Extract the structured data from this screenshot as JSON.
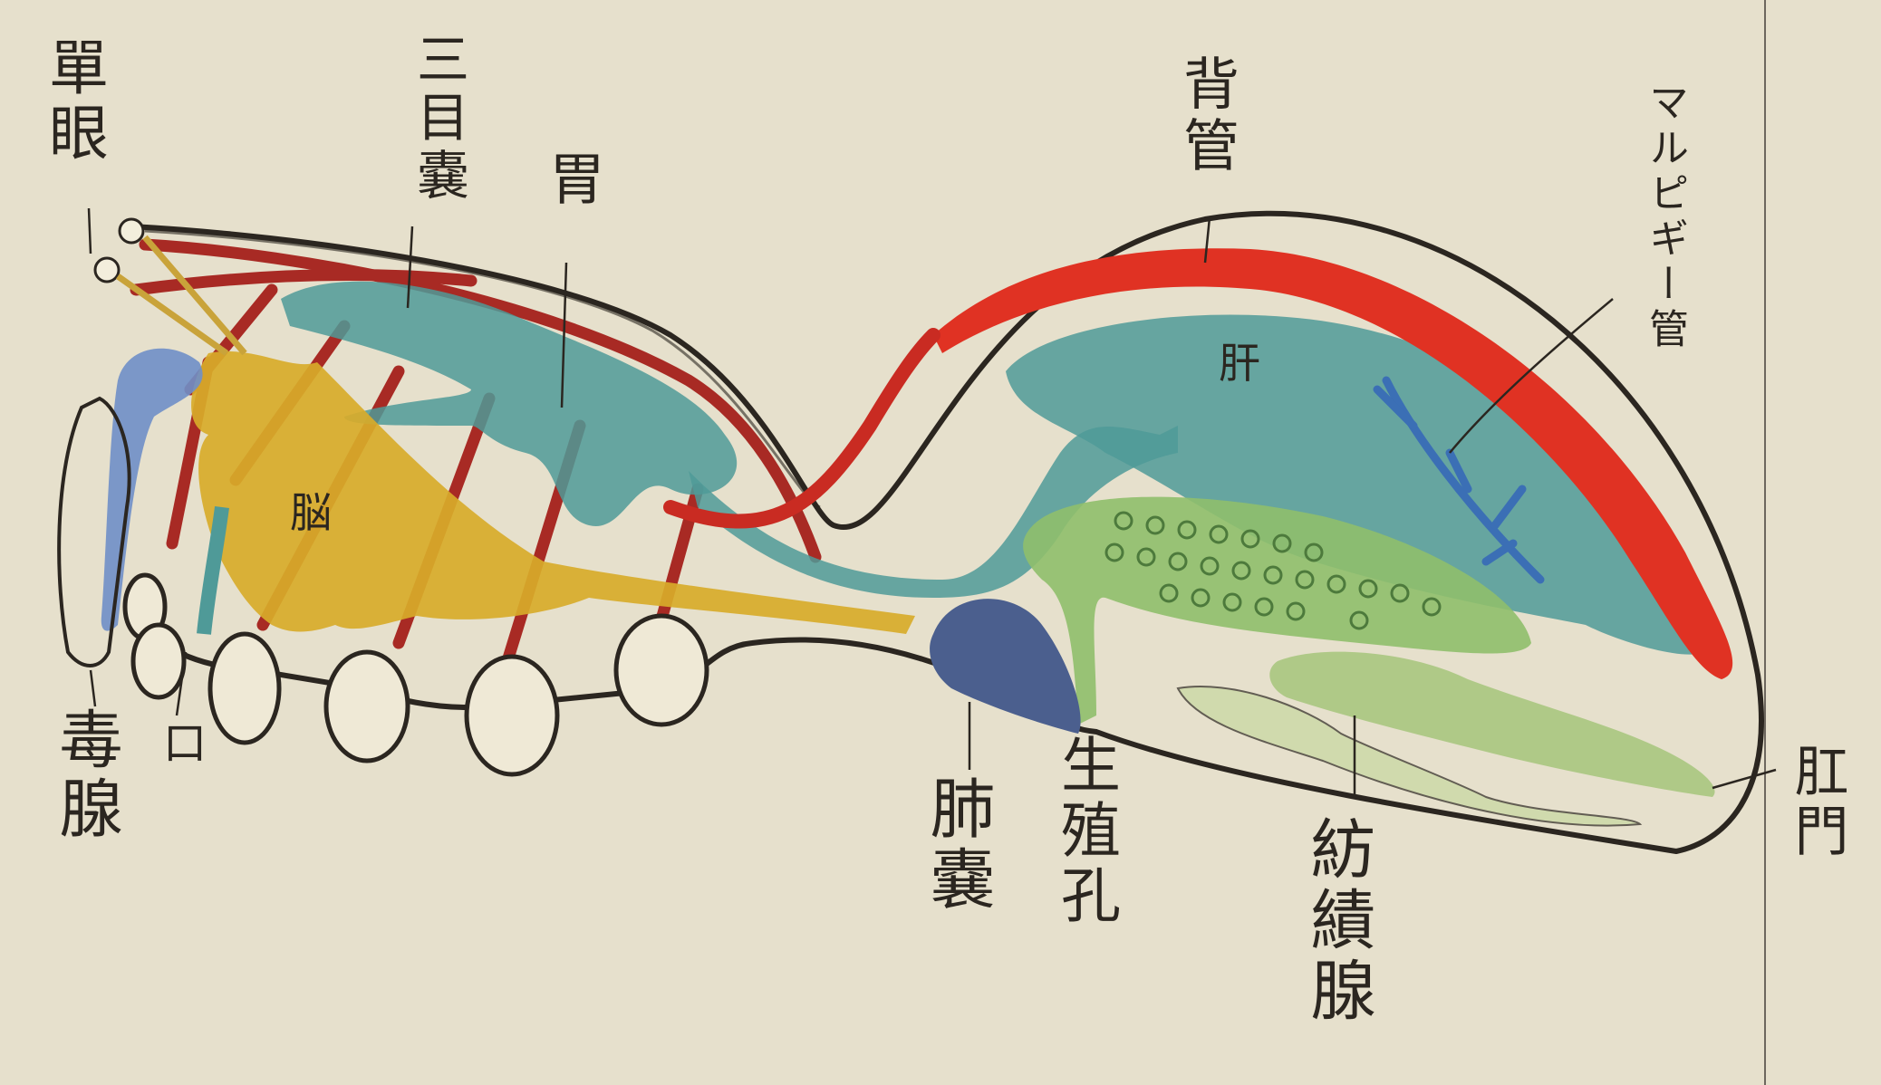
{
  "labels": {
    "simple_eye": "單眼",
    "stomach_sac": "三目嚢",
    "stomach": "胃",
    "dorsal_vessel": "背管",
    "malpighian_tube": "マルピギー管",
    "brain": "脳",
    "liver": "肝",
    "venom_gland": "毒腺",
    "mouth": "口",
    "lung_sac": "肺嚢",
    "genital_pore": "生殖孔",
    "spinning_gland": "紡績腺",
    "anus": "肛門"
  },
  "colors": {
    "paper": "#e6e0cc",
    "ink": "#2b2620",
    "dorsal_vessel": "#e03223",
    "arteries": "#a82a24",
    "digestive": "#4f9a98",
    "malpighian": "#3b6fb5",
    "brain": "#d8ab2a",
    "liver": "#8fbf6c",
    "spinning_gland": "#a8c680",
    "lung_sac": "#4b5f8e",
    "venom_gland": "#6f8fc8"
  }
}
